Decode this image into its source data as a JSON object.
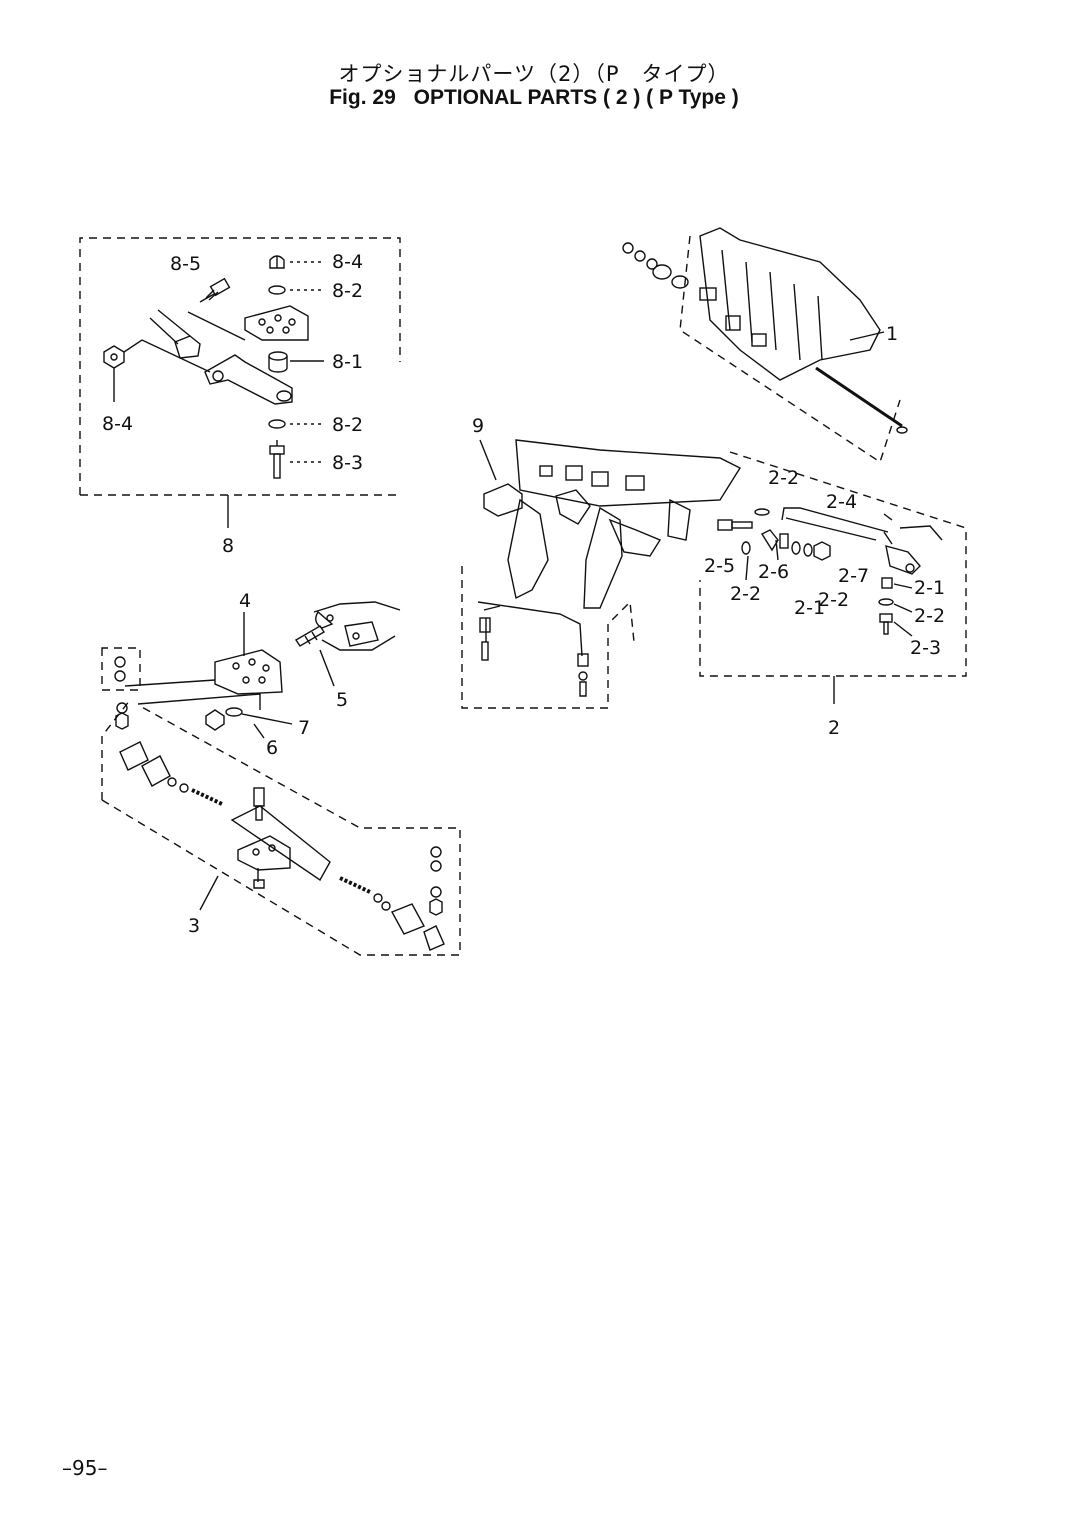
{
  "header": {
    "title_jp": "オプショナルパーツ（2）（P　タイプ）",
    "fig_label": "Fig. 29",
    "title_en": "OPTIONAL PARTS ( 2 ) ( P Type )"
  },
  "labels": {
    "l8_5": "8-5",
    "l8_4a": "8-4",
    "l8_2a": "8-2",
    "l8_1": "8-1",
    "l8_4b": "8-4",
    "l8_2b": "8-2",
    "l8_3": "8-3",
    "l8": "8",
    "l4": "4",
    "l5": "5",
    "l7": "7",
    "l6": "6",
    "l3": "3",
    "l1": "1",
    "l9": "9",
    "l2_2a": "2-2",
    "l2_4": "2-4",
    "l2_5": "2-5",
    "l2_6": "2-6",
    "l2_7": "2-7",
    "l2_2b": "2-2",
    "l2_1a": "2-1",
    "l2_2c": "2-2",
    "l2_1b": "2-1",
    "l2_2d": "2-2",
    "l2_3": "2-3",
    "l2": "2"
  },
  "footer": {
    "page_number": "–95–"
  }
}
